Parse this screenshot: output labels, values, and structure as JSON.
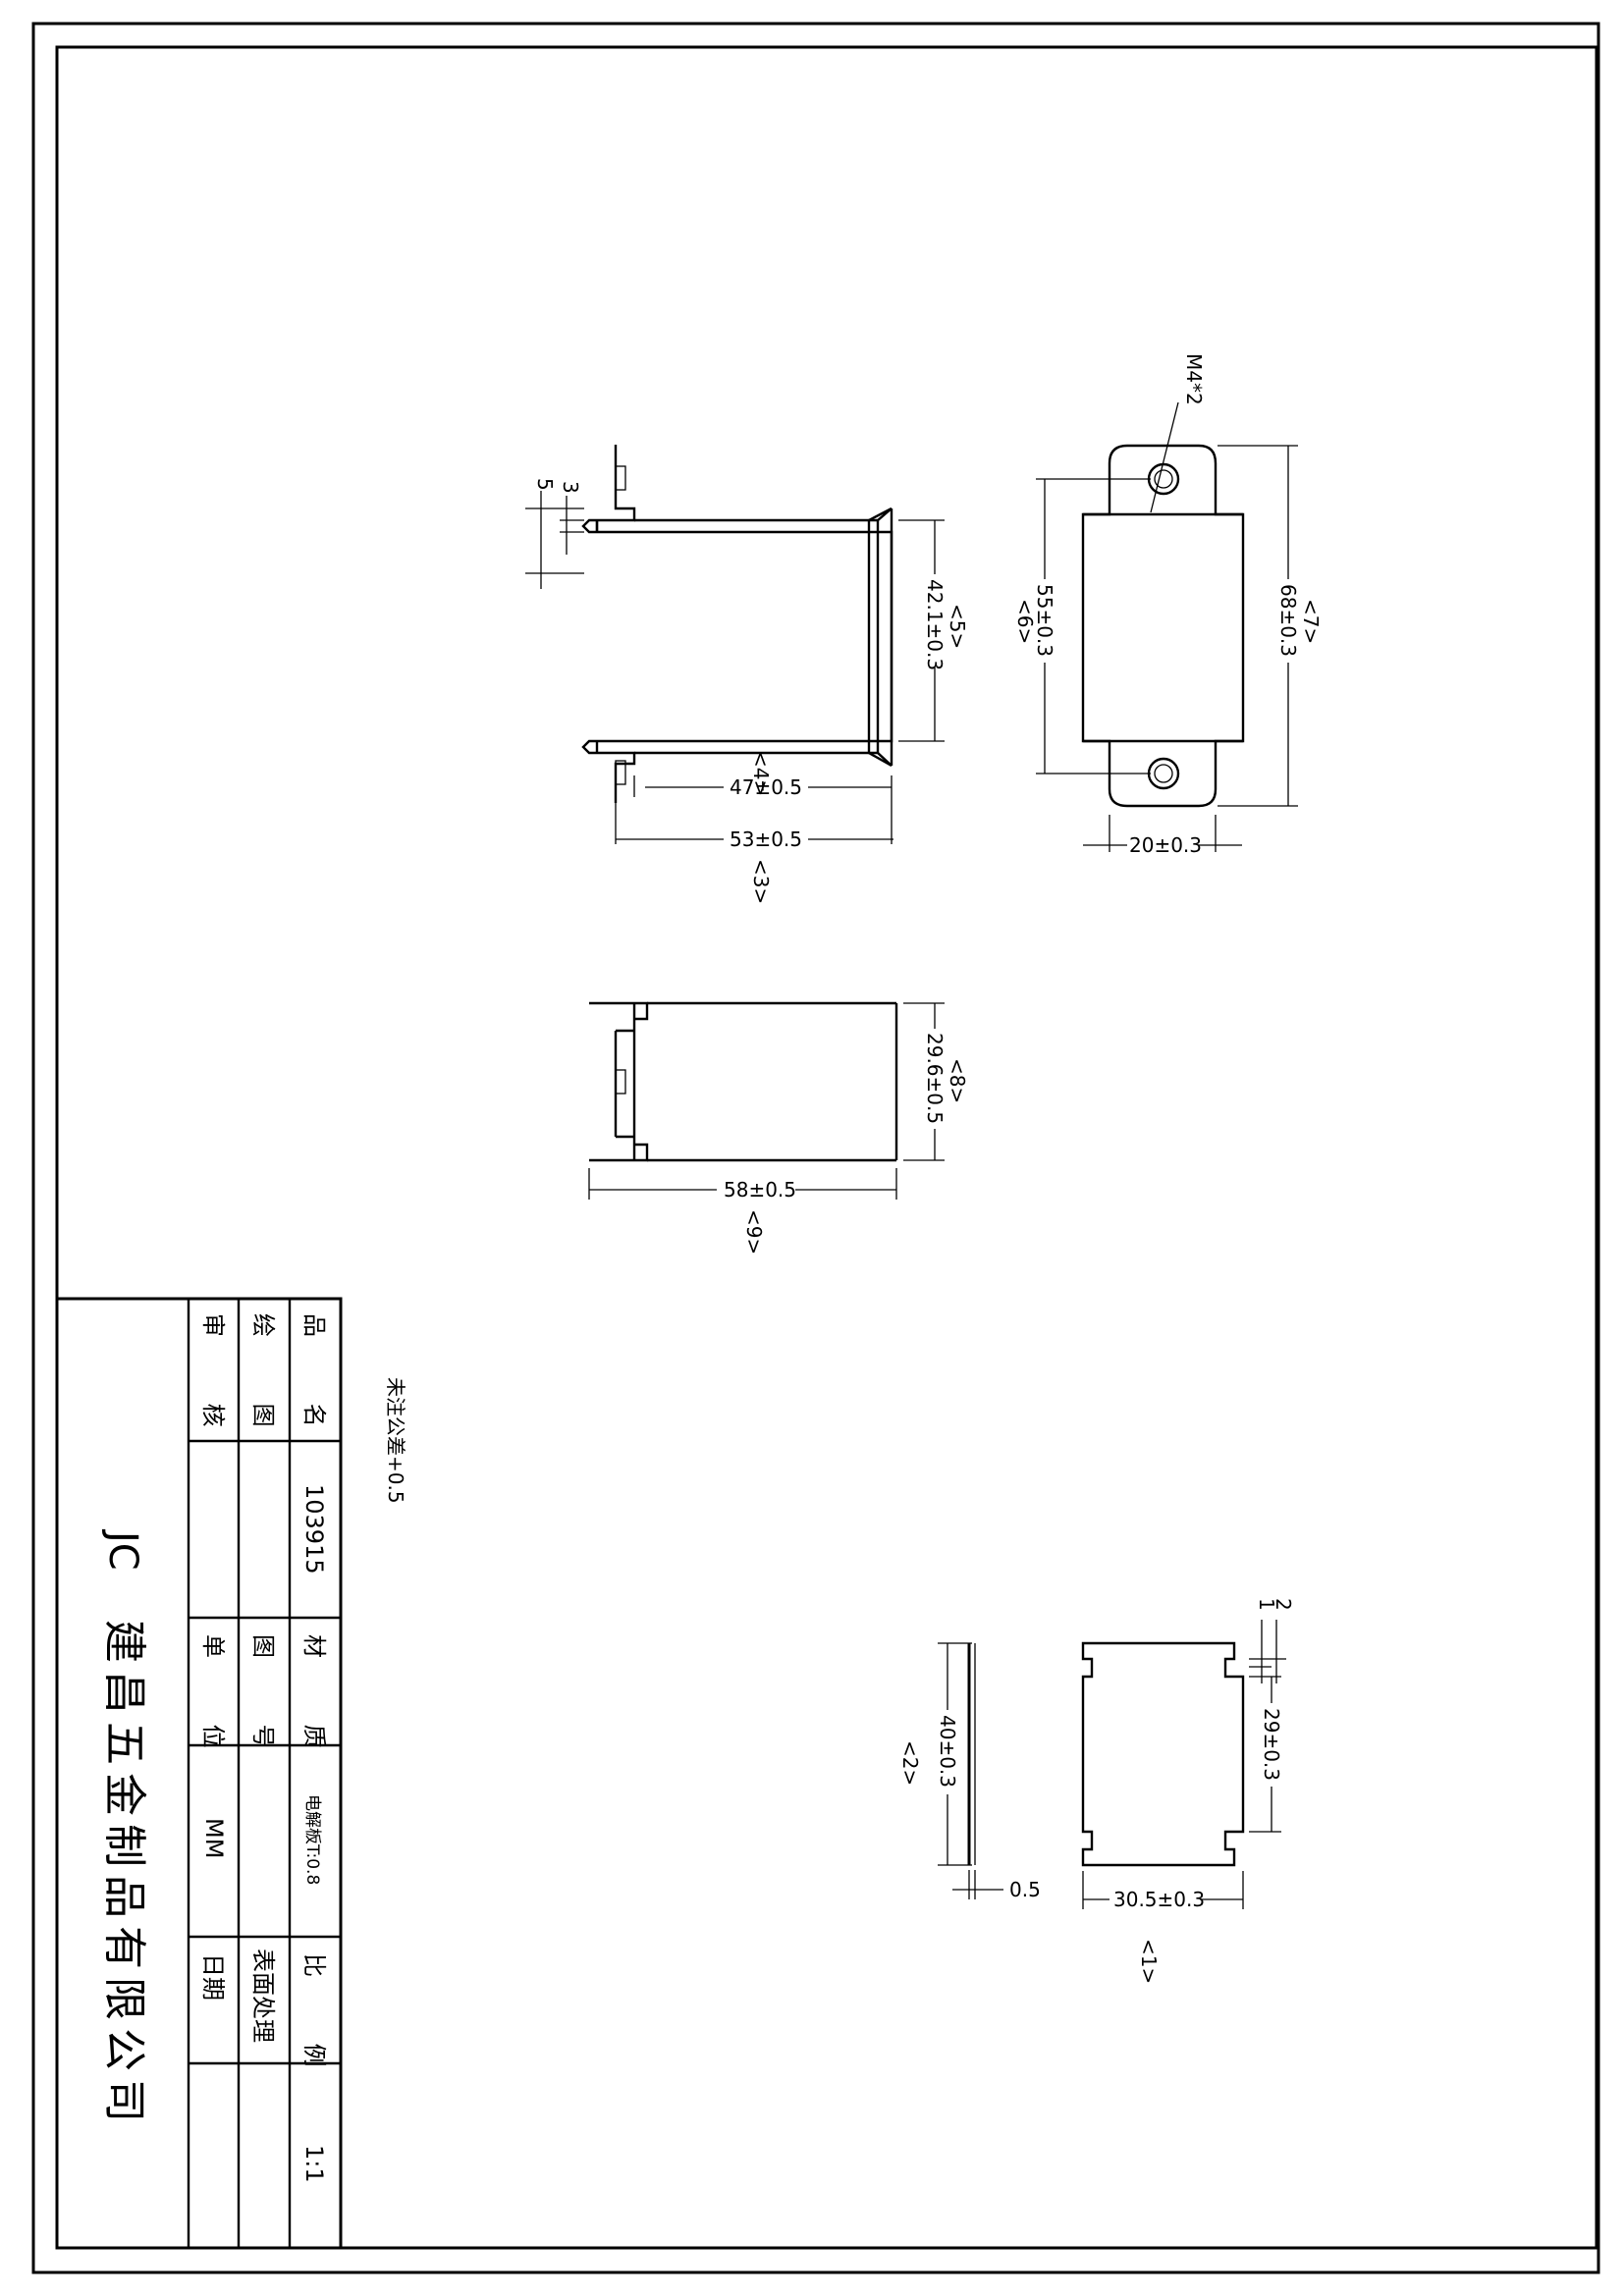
{
  "dimensions": {
    "d5": "5",
    "d3": "3",
    "d42": "42.1±0.3",
    "tag5": "<5>",
    "d47": "47±0.5",
    "tag4": "<4>",
    "d53": "53±0.5",
    "tag3": "<3>",
    "thread": "M4*2",
    "d55": "55±0.3",
    "tag6": "<6>",
    "d68": "68±0.3",
    "tag7": "<7>",
    "d20": "20±0.3",
    "d29_6": "29.6±0.5",
    "tag8": "<8>",
    "d58": "58±0.5",
    "tag9": "<9>",
    "d40": "40±0.3",
    "tag2": "<2>",
    "d05": "0.5",
    "d2": "2",
    "d1": "1",
    "d29": "29±0.3",
    "d30_5": "30.5±0.3",
    "tag1": "<1>"
  },
  "note": "未注公差+0.5",
  "title_block": {
    "company": "建昌五金制品有限公司",
    "company_abbr": "JC",
    "product_name_label": "品 名",
    "product_name": "103915",
    "material_label": "材 质",
    "material": "电解板T:0.8",
    "scale_label": "比 例",
    "scale": "1:1",
    "drawn_label": "绘 图",
    "drawing_no_label": "图 号",
    "surface_label": "表面处理",
    "review_label": "审 核",
    "unit_label": "单 位",
    "unit": "MM",
    "date_label": "日期"
  }
}
